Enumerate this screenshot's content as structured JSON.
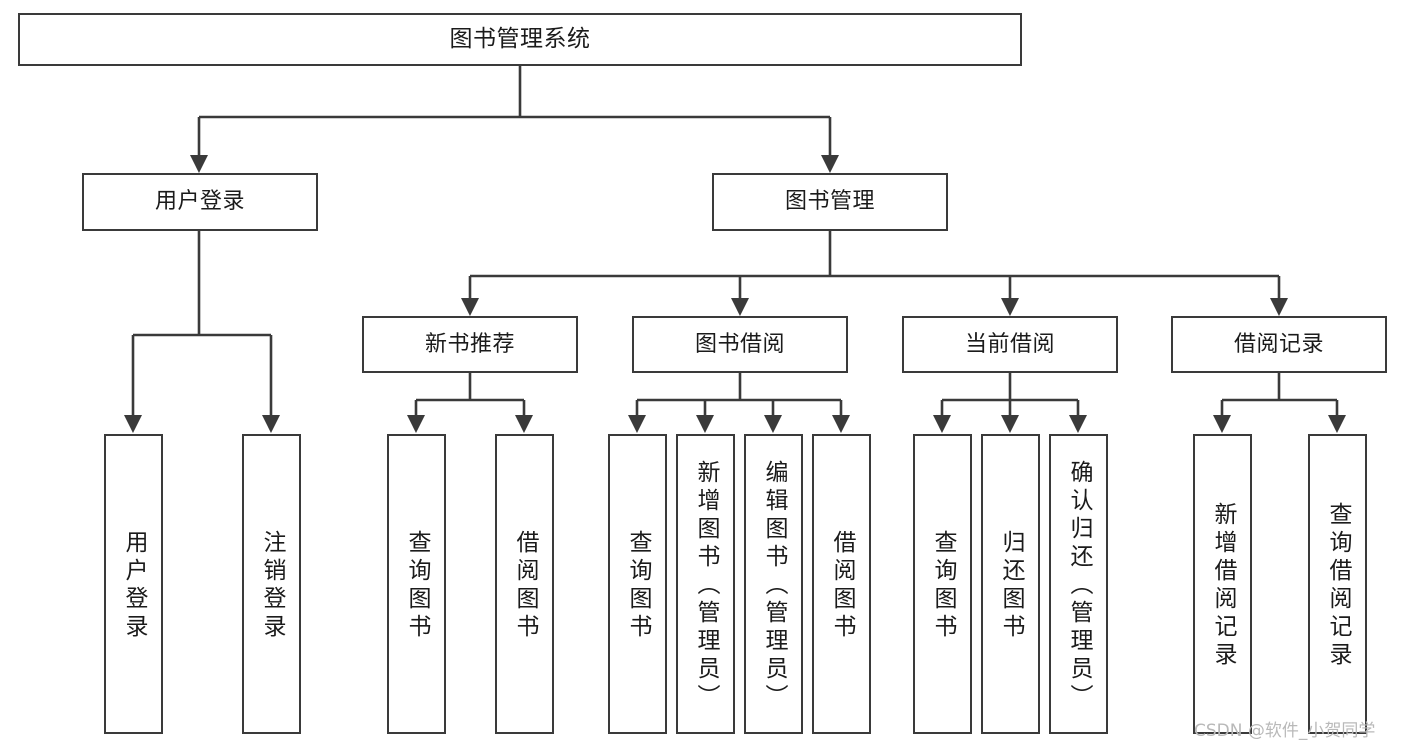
{
  "diagram": {
    "type": "tree",
    "title": "图书管理系统",
    "orientation": "top-down",
    "style": {
      "box_border_color": "#3a3a3a",
      "box_fill_color": "#ffffff",
      "edge_color": "#3a3a3a",
      "text_color": "#1b1b1b",
      "background": "#ffffff"
    },
    "nodes": {
      "root": {
        "label": "图书管理系统"
      },
      "level2": [
        {
          "id": "user-login",
          "label": "用户登录"
        },
        {
          "id": "book-manage",
          "label": "图书管理"
        }
      ],
      "level3": [
        {
          "id": "new-book-rec",
          "label": "新书推荐"
        },
        {
          "id": "book-borrow",
          "label": "图书借阅"
        },
        {
          "id": "current-borrow",
          "label": "当前借阅"
        },
        {
          "id": "borrow-record",
          "label": "借阅记录"
        }
      ],
      "leaves": {
        "user-login": [
          {
            "id": "leaf-user-login",
            "label": "用户登录"
          },
          {
            "id": "leaf-logout",
            "label": "注销登录"
          }
        ],
        "new-book-rec": [
          {
            "id": "leaf-query-book-1",
            "label": "查询图书"
          },
          {
            "id": "leaf-borrow-book-1",
            "label": "借阅图书"
          }
        ],
        "book-borrow": [
          {
            "id": "leaf-query-book-2",
            "label": "查询图书"
          },
          {
            "id": "leaf-add-book",
            "label": "新增图书（管理员）"
          },
          {
            "id": "leaf-edit-book",
            "label": "编辑图书（管理员）"
          },
          {
            "id": "leaf-borrow-book-2",
            "label": "借阅图书"
          }
        ],
        "current-borrow": [
          {
            "id": "leaf-query-book-3",
            "label": "查询图书"
          },
          {
            "id": "leaf-return-book",
            "label": "归还图书"
          },
          {
            "id": "leaf-confirm-return",
            "label": "确认归还（管理员）"
          }
        ],
        "borrow-record": [
          {
            "id": "leaf-add-record",
            "label": "新增借阅记录"
          },
          {
            "id": "leaf-query-record",
            "label": "查询借阅记录"
          }
        ]
      }
    }
  },
  "watermark": {
    "text": "CSDN @软件_小贺同学"
  }
}
